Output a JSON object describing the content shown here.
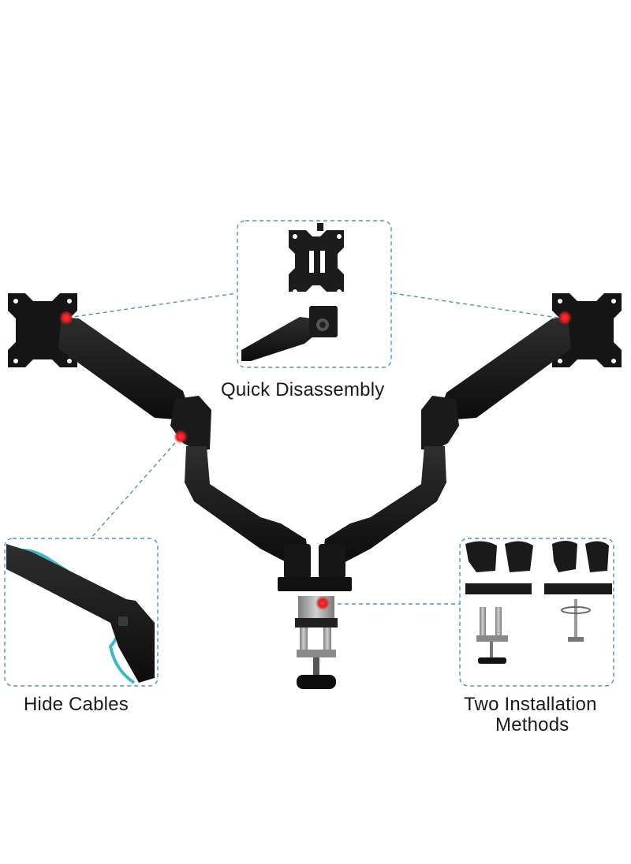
{
  "captions": {
    "quick_disassembly": "Quick Disassembly",
    "hide_cables": "Hide Cables",
    "install_line1": "Two Installation",
    "install_line2": "Methods"
  },
  "colors": {
    "arm": "#141414",
    "arm_highlight": "#2c2c2c",
    "clamp_steel": "#9a9a9a",
    "callout_border": "#4a90c8",
    "marker": "#e21b1b",
    "cable": "#3fb7c7"
  },
  "icons": {
    "marker": "red-dot-marker",
    "vesa_plate": "vesa-mount-plate"
  }
}
